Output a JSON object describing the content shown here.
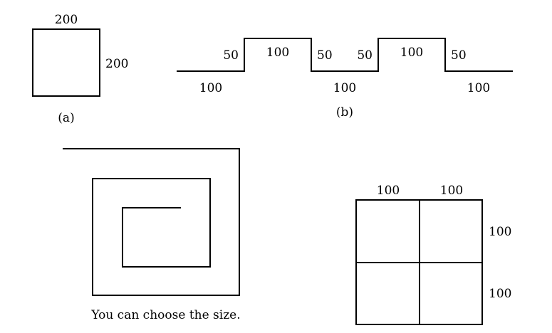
{
  "figure_a": {
    "top_label": "200",
    "side_label": "200",
    "caption": "(a)"
  },
  "figure_b": {
    "step_up_1": "50",
    "top_1": "100",
    "step_down_1": "50",
    "step_up_2": "50",
    "top_2": "100",
    "step_down_2": "50",
    "bottom_1": "100",
    "bottom_2": "100",
    "bottom_3": "100",
    "caption": "(b)"
  },
  "spiral": {
    "caption": "You can choose the size."
  },
  "grid": {
    "top_left": "100",
    "top_right": "100",
    "right_top": "100",
    "right_bottom": "100"
  }
}
